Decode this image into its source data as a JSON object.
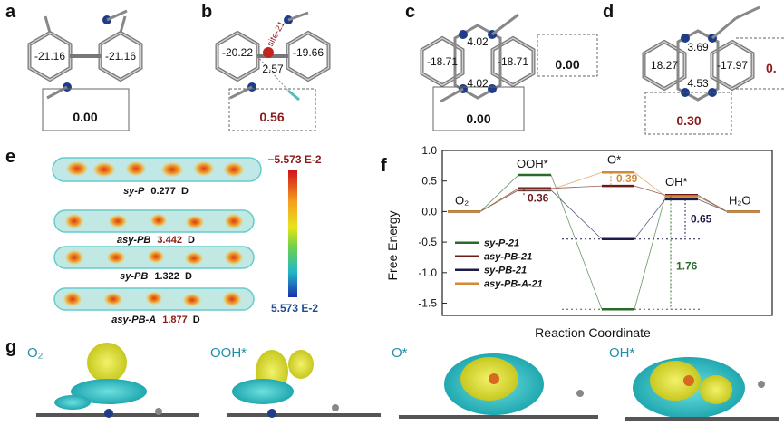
{
  "panel_labels": {
    "a": "a",
    "b": "b",
    "c": "c",
    "d": "d",
    "e": "e",
    "f": "f",
    "g": "g"
  },
  "panel_a": {
    "left_value": "-21.16",
    "right_value": "-21.16",
    "box_value": "0.00"
  },
  "panel_b": {
    "site_label": "site-21",
    "left_value": "-20.22",
    "right_value": "-19.66",
    "center_value": "2.57",
    "box_value": "0.56"
  },
  "panel_c": {
    "top_value": "4.02",
    "bottom_value": "4.02",
    "left_value": "-18.71",
    "right_value": "-18.71",
    "right_box_value": "0.00",
    "box_value": "0.00"
  },
  "panel_d": {
    "top_value": "3.69",
    "bottom_value": "4.53",
    "left_value": "18.27",
    "right_value": "-17.97",
    "right_box_value": "0.",
    "box_value": "0.30"
  },
  "panel_e": {
    "scale_top": "−5.573 E-2",
    "scale_bottom": "5.573 E-2",
    "rows": [
      {
        "name": "sy-P",
        "dipole": "0.277",
        "unit": "D"
      },
      {
        "name": "asy-PB",
        "dipole": "3.442",
        "unit": "D"
      },
      {
        "name": "sy-PB",
        "dipole": "1.322",
        "unit": "D"
      },
      {
        "name": "asy-PB-A",
        "dipole": "1.877",
        "unit": "D"
      }
    ]
  },
  "panel_f": {
    "ylabel": "Free Energy",
    "xlabel": "Reaction Coordinate",
    "yticks": [
      "1.0",
      "0.5",
      "0.0",
      "-0.5",
      "-1.0",
      "-1.5"
    ],
    "state_labels": {
      "o2": "O₂",
      "ooh": "OOH*",
      "o": "O*",
      "oh": "OH*",
      "h2o": "H₂O"
    },
    "annotations": {
      "a036": "0.36",
      "a039": "0.39",
      "a065": "0.65",
      "a176": "1.76"
    }
  },
  "panel_g": {
    "labels": [
      "O₂",
      "OOH*",
      "O*",
      "OH*"
    ]
  },
  "colors": {
    "green": "#2a6b2a",
    "maroon": "#6b1a1a",
    "navy": "#1c1c4a",
    "orange": "#d08a3a",
    "teal": "#1f8fa8",
    "red_value": "#8b1a1a"
  },
  "chart_data": {
    "type": "line",
    "title": "",
    "xlabel": "Reaction Coordinate",
    "ylabel": "Free Energy",
    "ylim": [
      -1.7,
      1.0
    ],
    "categories": [
      "O2",
      "OOH*",
      "O*",
      "OH*",
      "H2O"
    ],
    "series": [
      {
        "name": "sy-P-21",
        "color": "#2a6b2a",
        "values": [
          0.0,
          0.6,
          -1.6,
          0.25,
          0.0
        ]
      },
      {
        "name": "asy-PB-21",
        "color": "#6b1a1a",
        "values": [
          0.0,
          0.38,
          0.42,
          0.27,
          0.0
        ]
      },
      {
        "name": "sy-PB-21",
        "color": "#1c1c4a",
        "values": [
          0.0,
          0.35,
          -0.45,
          0.2,
          0.0
        ]
      },
      {
        "name": "asy-PB-A-21",
        "color": "#d08a3a",
        "values": [
          0.0,
          0.36,
          0.64,
          0.25,
          0.0
        ]
      }
    ]
  }
}
